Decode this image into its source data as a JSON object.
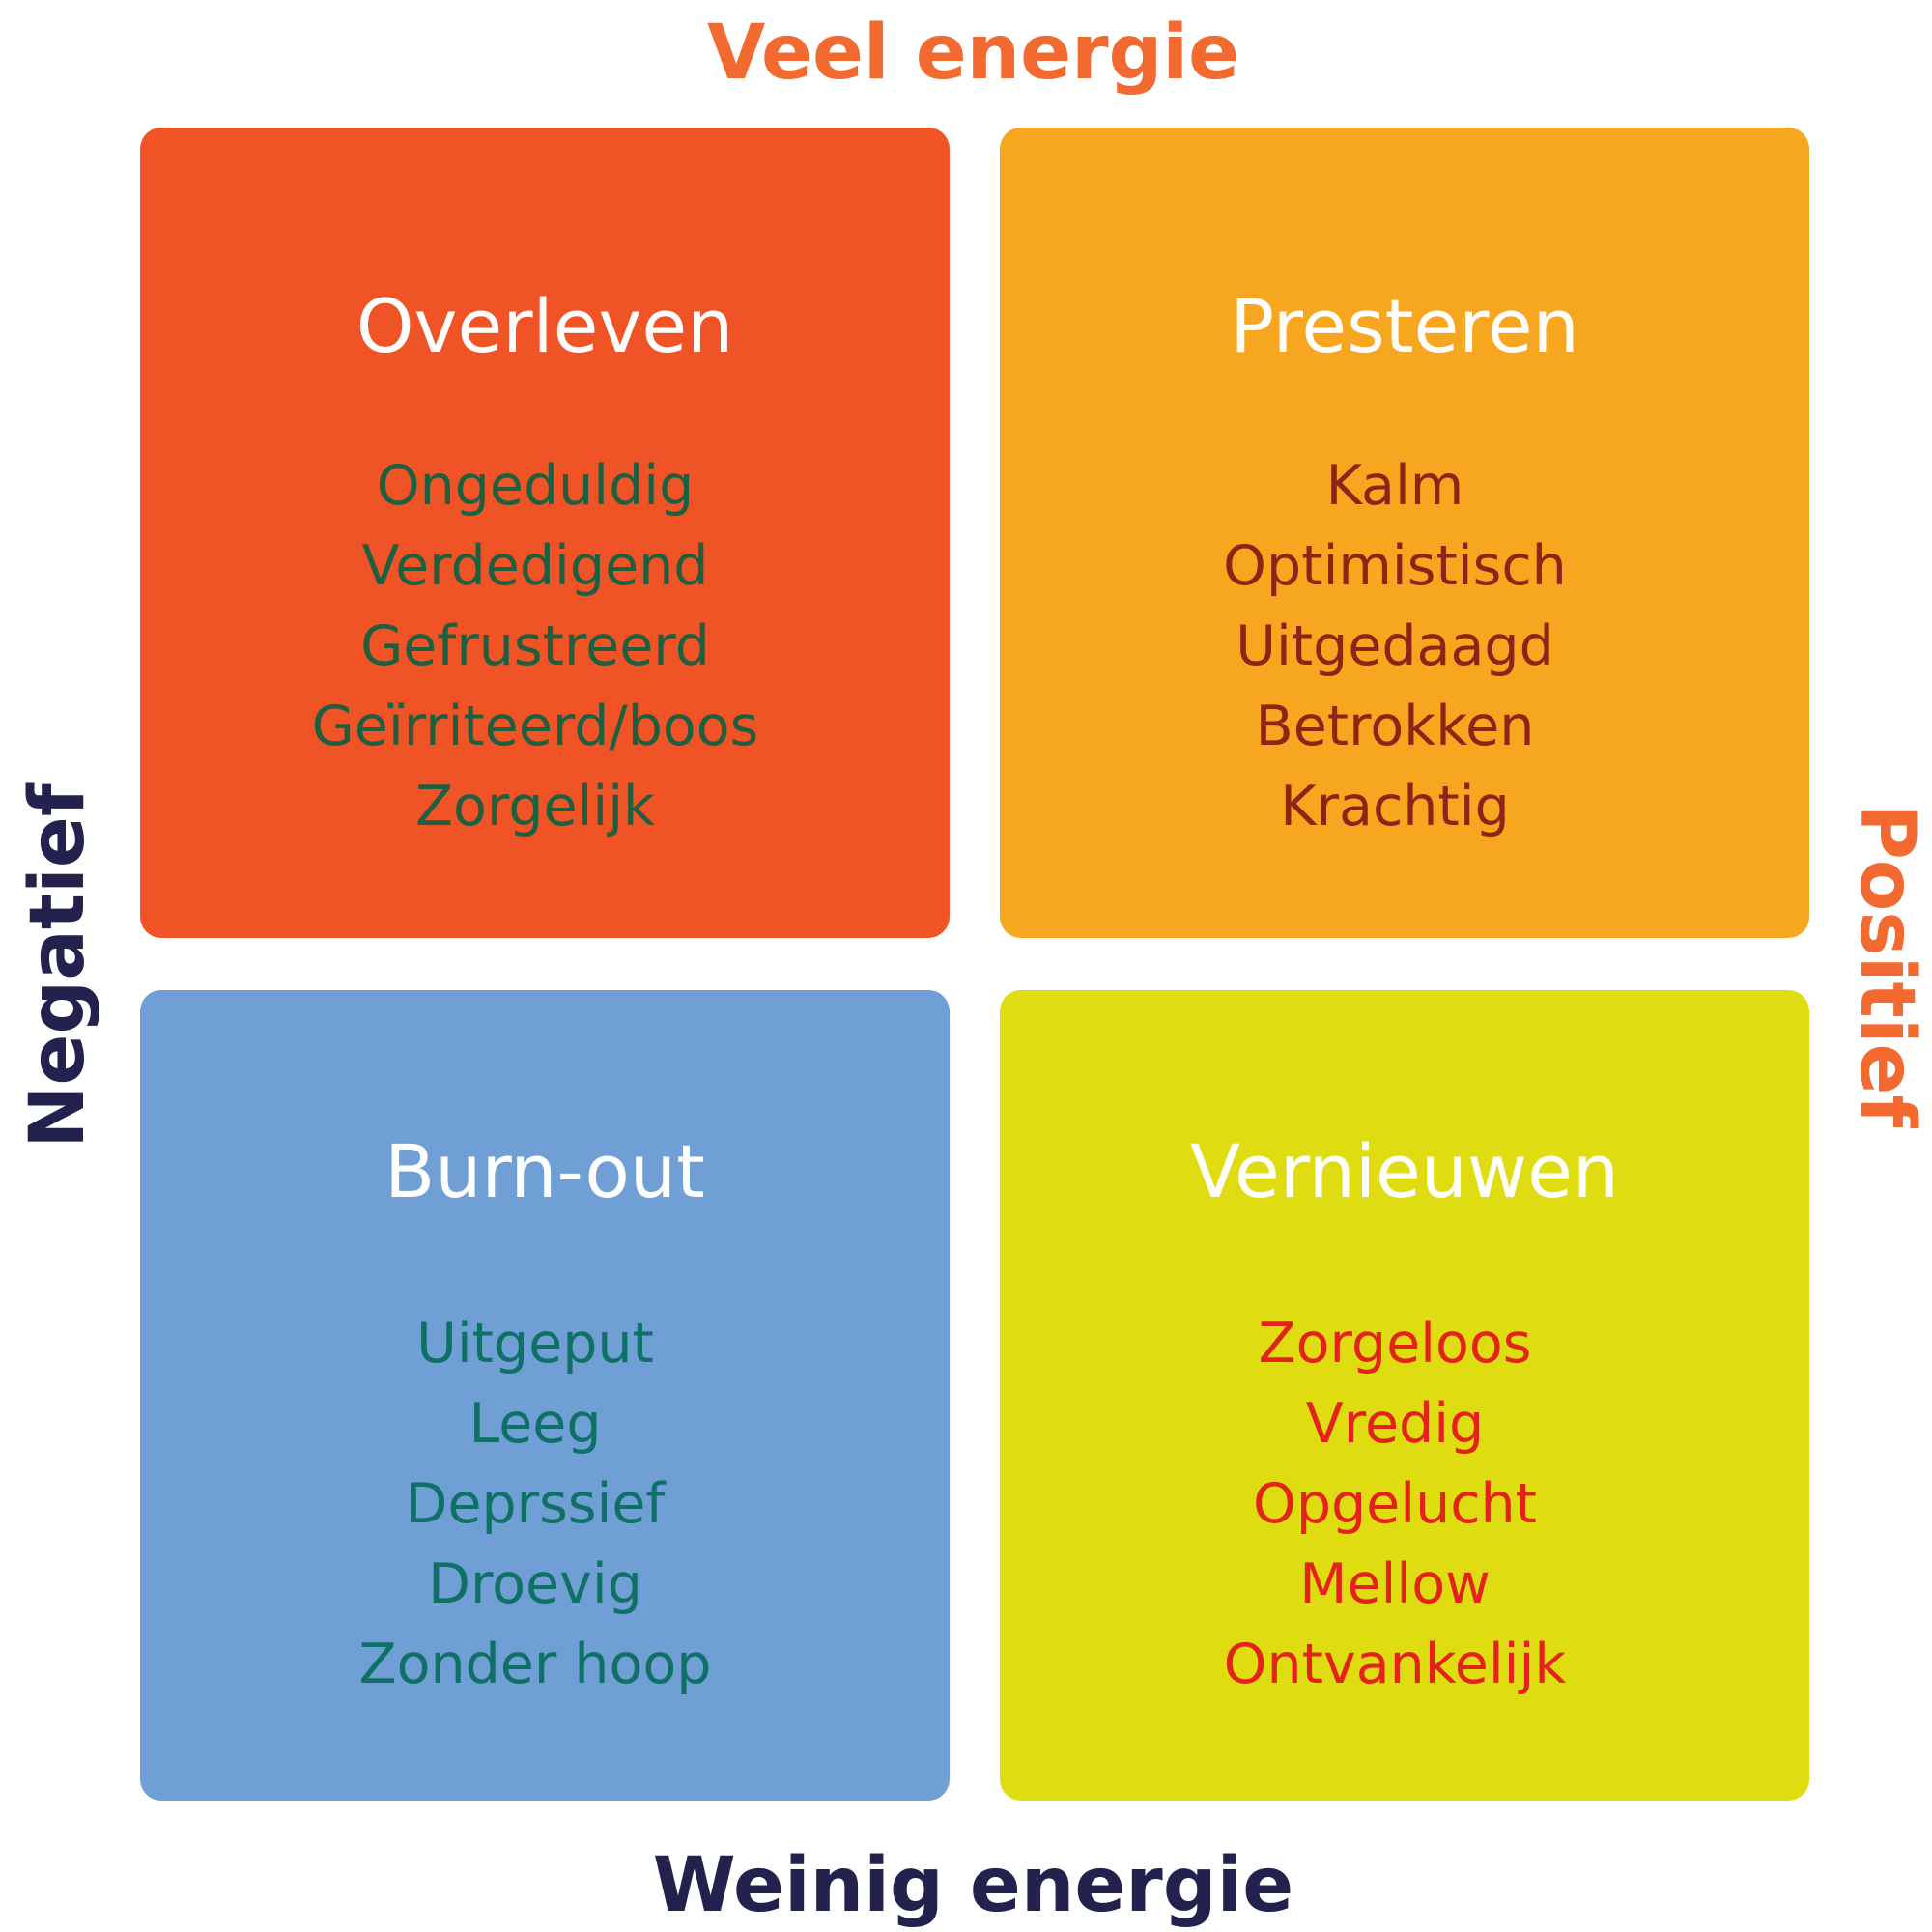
{
  "axes": {
    "top": "Veel energie",
    "bottom": "Weinig energie",
    "left": "Negatief",
    "right": "Positief"
  },
  "colors": {
    "axis_top": "#F26A2F",
    "axis_bottom": "#23224F",
    "axis_left": "#23224F",
    "axis_right": "#F26A2F"
  },
  "quadrants": [
    {
      "title": "Overleven",
      "background": "#F05426",
      "text_color": "#1E5F3F",
      "items": [
        "Ongeduldig",
        "Verdedigend",
        "Gefrustreerd",
        "Geïrriteerd/boos",
        "Zorgelijk"
      ]
    },
    {
      "title": "Presteren",
      "background": "#F7A71F",
      "text_color": "#8E2316",
      "items": [
        "Kalm",
        "Optimistisch",
        "Uitgedaagd",
        "Betrokken",
        "Krachtig"
      ]
    },
    {
      "title": "Burn-out",
      "background": "#6F9FD5",
      "text_color": "#0F7166",
      "items": [
        "Uitgeput",
        "Leeg",
        "Deprssief",
        "Droevig",
        "Zonder hoop"
      ]
    },
    {
      "title": "Vernieuwen",
      "background": "#E0DC12",
      "text_color": "#E3231A",
      "items": [
        "Zorgeloos",
        "Vredig",
        "Opgelucht",
        "Mellow",
        "Ontvankelijk"
      ]
    }
  ]
}
